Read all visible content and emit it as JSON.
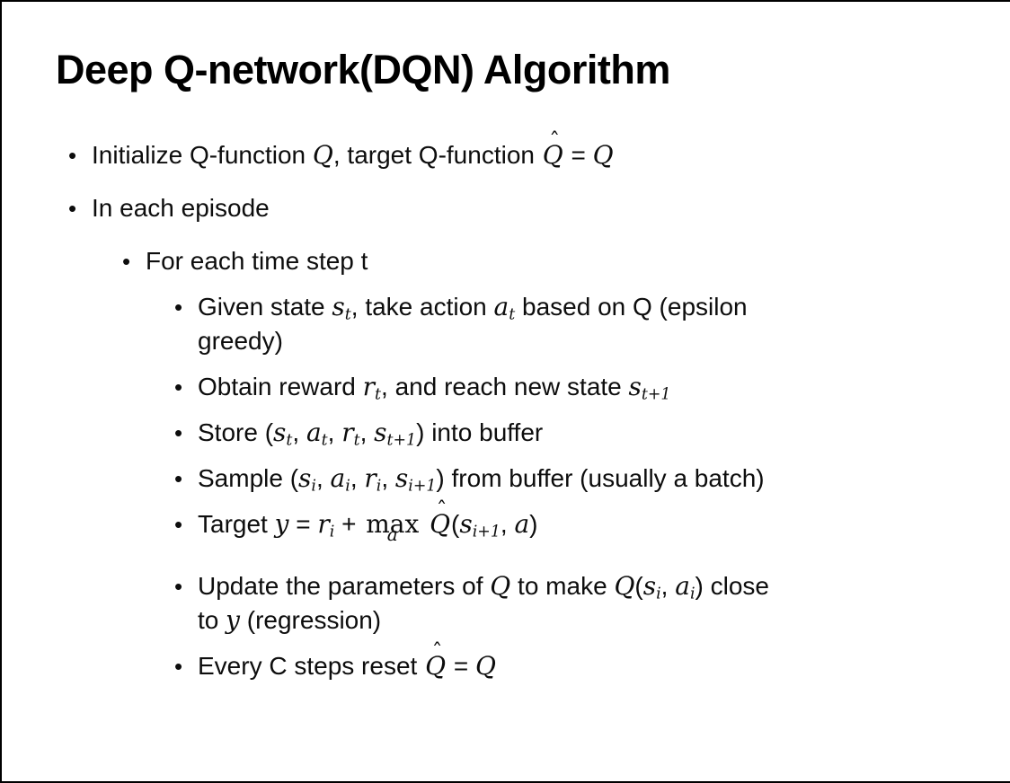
{
  "slide": {
    "title": "Deep Q-network(DQN) Algorithm",
    "bullet_char": "•",
    "hat_char": "ˆ",
    "text_color": "#0d0d0d",
    "background_color": "#ffffff",
    "border_color": "#000000",
    "bullets": [
      {
        "level": 1,
        "segments": [
          {
            "t": "txt",
            "s": "Initialize Q-function "
          },
          {
            "t": "m",
            "s": "Q"
          },
          {
            "t": "txt",
            "s": ", target Q-function "
          },
          {
            "t": "hat",
            "s": "Q"
          },
          {
            "t": "txt",
            "s": " = "
          },
          {
            "t": "m",
            "s": "Q"
          }
        ]
      },
      {
        "level": 1,
        "segments": [
          {
            "t": "txt",
            "s": "In each episode"
          }
        ]
      },
      {
        "level": 2,
        "segments": [
          {
            "t": "txt",
            "s": "For each time step t"
          }
        ]
      },
      {
        "level": 3,
        "segments": [
          {
            "t": "txt",
            "s": "Given state "
          },
          {
            "t": "sub",
            "s": "s",
            "sub": "t"
          },
          {
            "t": "txt",
            "s": ", take action "
          },
          {
            "t": "sub",
            "s": "a",
            "sub": "t"
          },
          {
            "t": "txt",
            "s": " based on Q (epsilon"
          },
          {
            "t": "br"
          },
          {
            "t": "txt",
            "s": "greedy)"
          }
        ]
      },
      {
        "level": 3,
        "segments": [
          {
            "t": "txt",
            "s": "Obtain reward "
          },
          {
            "t": "sub",
            "s": "r",
            "sub": "t"
          },
          {
            "t": "txt",
            "s": ", and reach new state "
          },
          {
            "t": "sub",
            "s": "s",
            "sub": "t+1"
          }
        ]
      },
      {
        "level": 3,
        "segments": [
          {
            "t": "txt",
            "s": "Store ("
          },
          {
            "t": "sub",
            "s": "s",
            "sub": "t"
          },
          {
            "t": "txt",
            "s": ", "
          },
          {
            "t": "sub",
            "s": "a",
            "sub": "t"
          },
          {
            "t": "txt",
            "s": ", "
          },
          {
            "t": "sub",
            "s": "r",
            "sub": "t"
          },
          {
            "t": "txt",
            "s": ", "
          },
          {
            "t": "sub",
            "s": "s",
            "sub": "t+1"
          },
          {
            "t": "txt",
            "s": ") into buffer"
          }
        ]
      },
      {
        "level": 3,
        "segments": [
          {
            "t": "txt",
            "s": "Sample ("
          },
          {
            "t": "sub",
            "s": "s",
            "sub": "i"
          },
          {
            "t": "txt",
            "s": ", "
          },
          {
            "t": "sub",
            "s": "a",
            "sub": "i"
          },
          {
            "t": "txt",
            "s": ", "
          },
          {
            "t": "sub",
            "s": "r",
            "sub": "i"
          },
          {
            "t": "txt",
            "s": ", "
          },
          {
            "t": "sub",
            "s": "s",
            "sub": "i+1"
          },
          {
            "t": "txt",
            "s": ") from buffer (usually a batch)"
          }
        ]
      },
      {
        "level": 3,
        "segments": [
          {
            "t": "txt",
            "s": "Target "
          },
          {
            "t": "m",
            "s": "y"
          },
          {
            "t": "txt",
            "s": " = "
          },
          {
            "t": "sub",
            "s": "r",
            "sub": "i"
          },
          {
            "t": "txt",
            "s": " + "
          },
          {
            "t": "under",
            "s": "max",
            "under": "a"
          },
          {
            "t": "txt",
            "s": " "
          },
          {
            "t": "hat",
            "s": "Q"
          },
          {
            "t": "txt",
            "s": "("
          },
          {
            "t": "sub",
            "s": "s",
            "sub": "i+1"
          },
          {
            "t": "txt",
            "s": ", "
          },
          {
            "t": "m",
            "s": "a"
          },
          {
            "t": "txt",
            "s": ")"
          }
        ]
      },
      {
        "level": 3,
        "segments": [
          {
            "t": "txt",
            "s": "Update the parameters of "
          },
          {
            "t": "m",
            "s": "Q"
          },
          {
            "t": "txt",
            "s": " to make "
          },
          {
            "t": "m",
            "s": "Q"
          },
          {
            "t": "txt",
            "s": "("
          },
          {
            "t": "sub",
            "s": "s",
            "sub": "i"
          },
          {
            "t": "txt",
            "s": ", "
          },
          {
            "t": "sub",
            "s": "a",
            "sub": "i"
          },
          {
            "t": "txt",
            "s": ") close"
          },
          {
            "t": "br"
          },
          {
            "t": "txt",
            "s": "to "
          },
          {
            "t": "m",
            "s": "y"
          },
          {
            "t": "txt",
            "s": " (regression)"
          }
        ]
      },
      {
        "level": 3,
        "segments": [
          {
            "t": "txt",
            "s": "Every C steps reset "
          },
          {
            "t": "hat",
            "s": "Q"
          },
          {
            "t": "txt",
            "s": " = "
          },
          {
            "t": "m",
            "s": "Q"
          }
        ]
      }
    ]
  }
}
